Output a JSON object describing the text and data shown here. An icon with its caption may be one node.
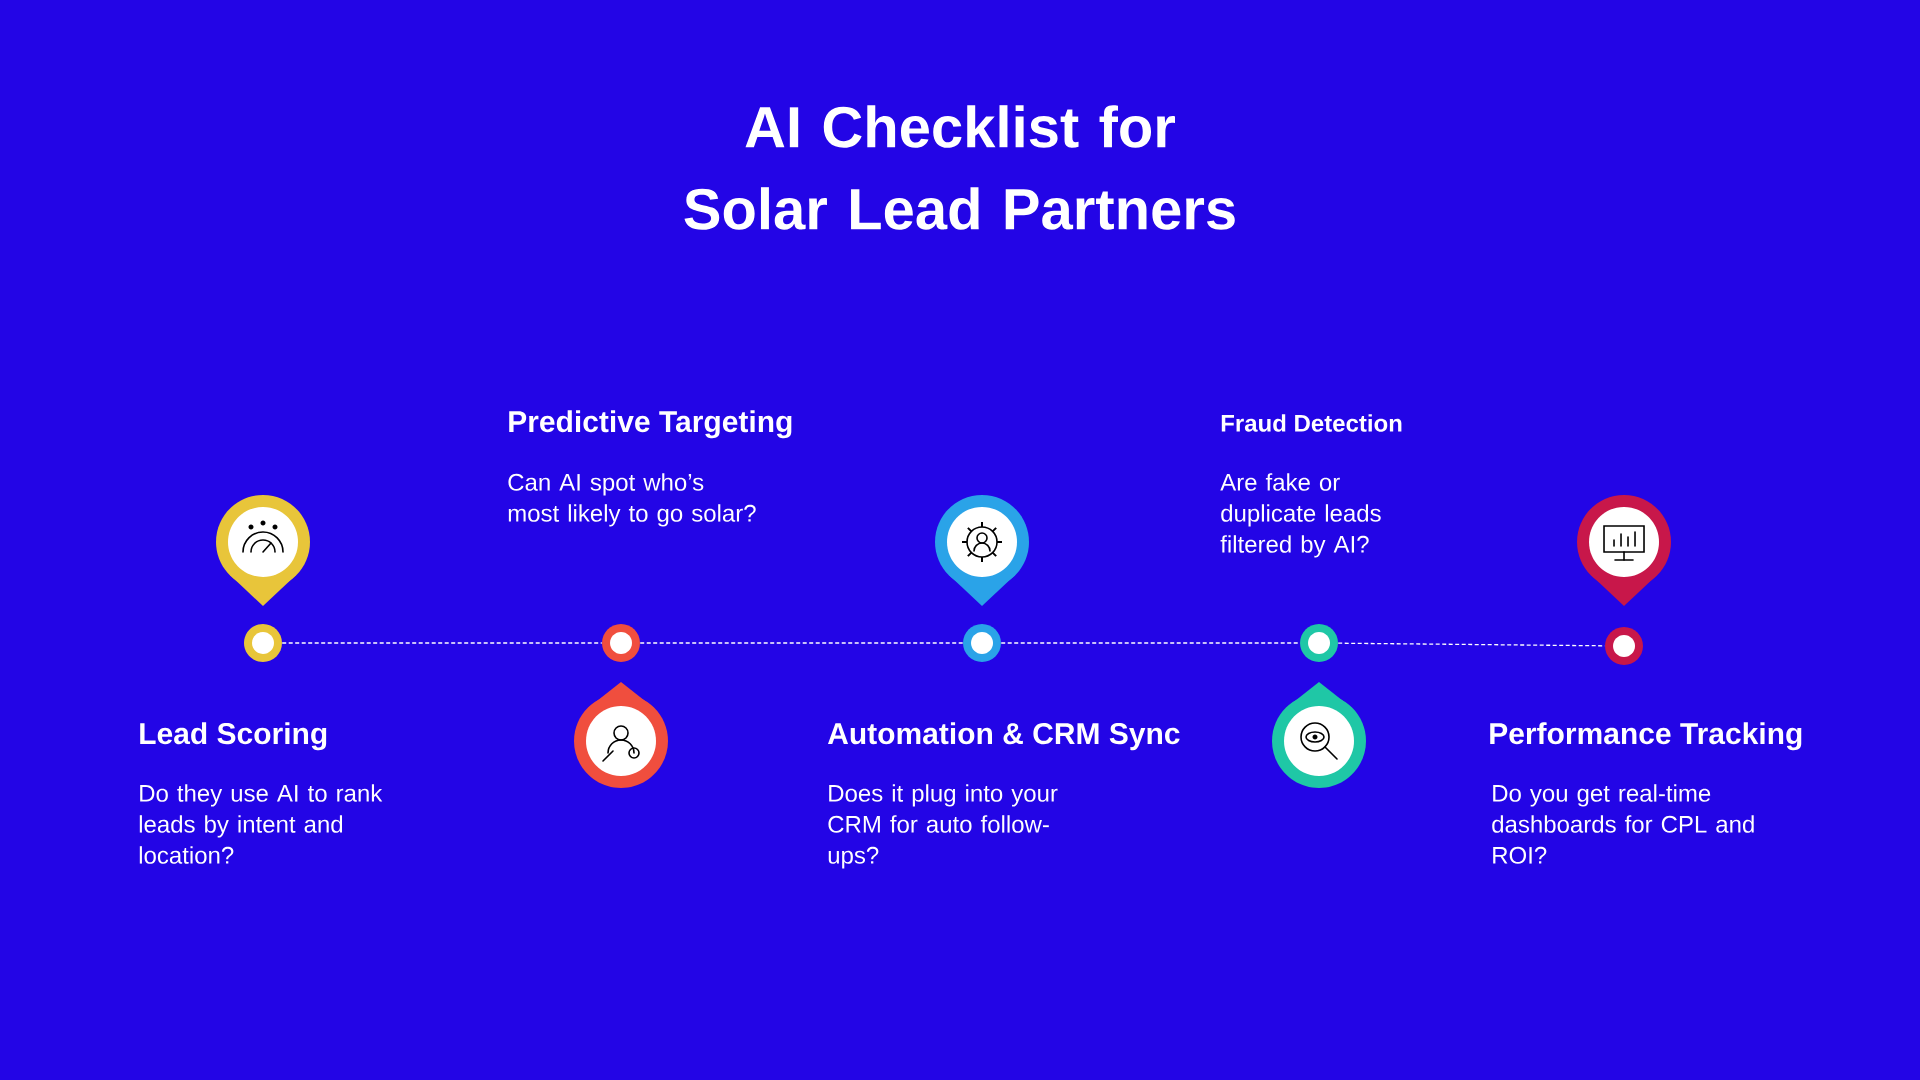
{
  "diagram": {
    "title": "AI Checklist for Solar Lead Partners",
    "nodes": [
      {
        "text": [],
        "shape": "circle",
        "beside": [
          "Lead Scoring",
          "Do they use AI to rank leads by intent and location?"
        ]
      },
      {
        "text": [],
        "shape": "circle",
        "beside": [
          "Predictive Targeting",
          "Can AI spot who’s most likely to go solar?"
        ]
      },
      {
        "text": [],
        "shape": "circle",
        "beside": [
          "Automation & CRM Sync",
          "Does it plug into your CRM for auto follow-ups?"
        ]
      },
      {
        "text": [],
        "shape": "circle",
        "beside": [
          "Fraud Detection",
          "Are fake or duplicate leads filtered by AI?"
        ]
      },
      {
        "text": [],
        "shape": "circle",
        "beside": [
          "Performance Tracking",
          "Do you get real-time dashboards for CPL and ROI?"
        ]
      }
    ],
    "edges": [
      {
        "from": 0,
        "to": 1,
        "arrow": "none",
        "style": "dashed"
      },
      {
        "from": 1,
        "to": 2,
        "arrow": "none",
        "style": "dashed"
      },
      {
        "from": 2,
        "to": 3,
        "arrow": "none",
        "style": "dashed"
      },
      {
        "from": 3,
        "to": 4,
        "arrow": "none",
        "style": "dashed"
      }
    ]
  }
}
